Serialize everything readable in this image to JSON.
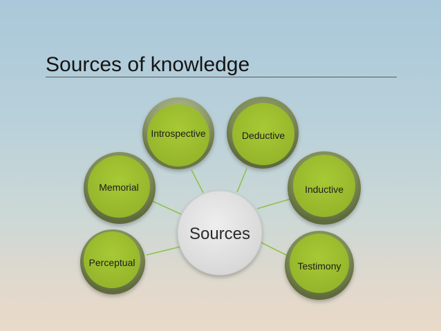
{
  "slide": {
    "title": "Sources of knowledge"
  },
  "diagram": {
    "center": {
      "label": "Sources"
    },
    "nodes": [
      {
        "id": "introspective",
        "label": "Introspective"
      },
      {
        "id": "deductive",
        "label": "Deductive"
      },
      {
        "id": "memorial",
        "label": "Memorial"
      },
      {
        "id": "inductive",
        "label": "Inductive"
      },
      {
        "id": "perceptual",
        "label": "Perceptual"
      },
      {
        "id": "testimony",
        "label": "Testimony"
      }
    ],
    "colors": {
      "node_fill": "#9fbf2e",
      "node_ring": "#7f8d58",
      "center_fill": "#e4e4e4",
      "connector": "#8cc24a",
      "title": "#141414"
    }
  }
}
